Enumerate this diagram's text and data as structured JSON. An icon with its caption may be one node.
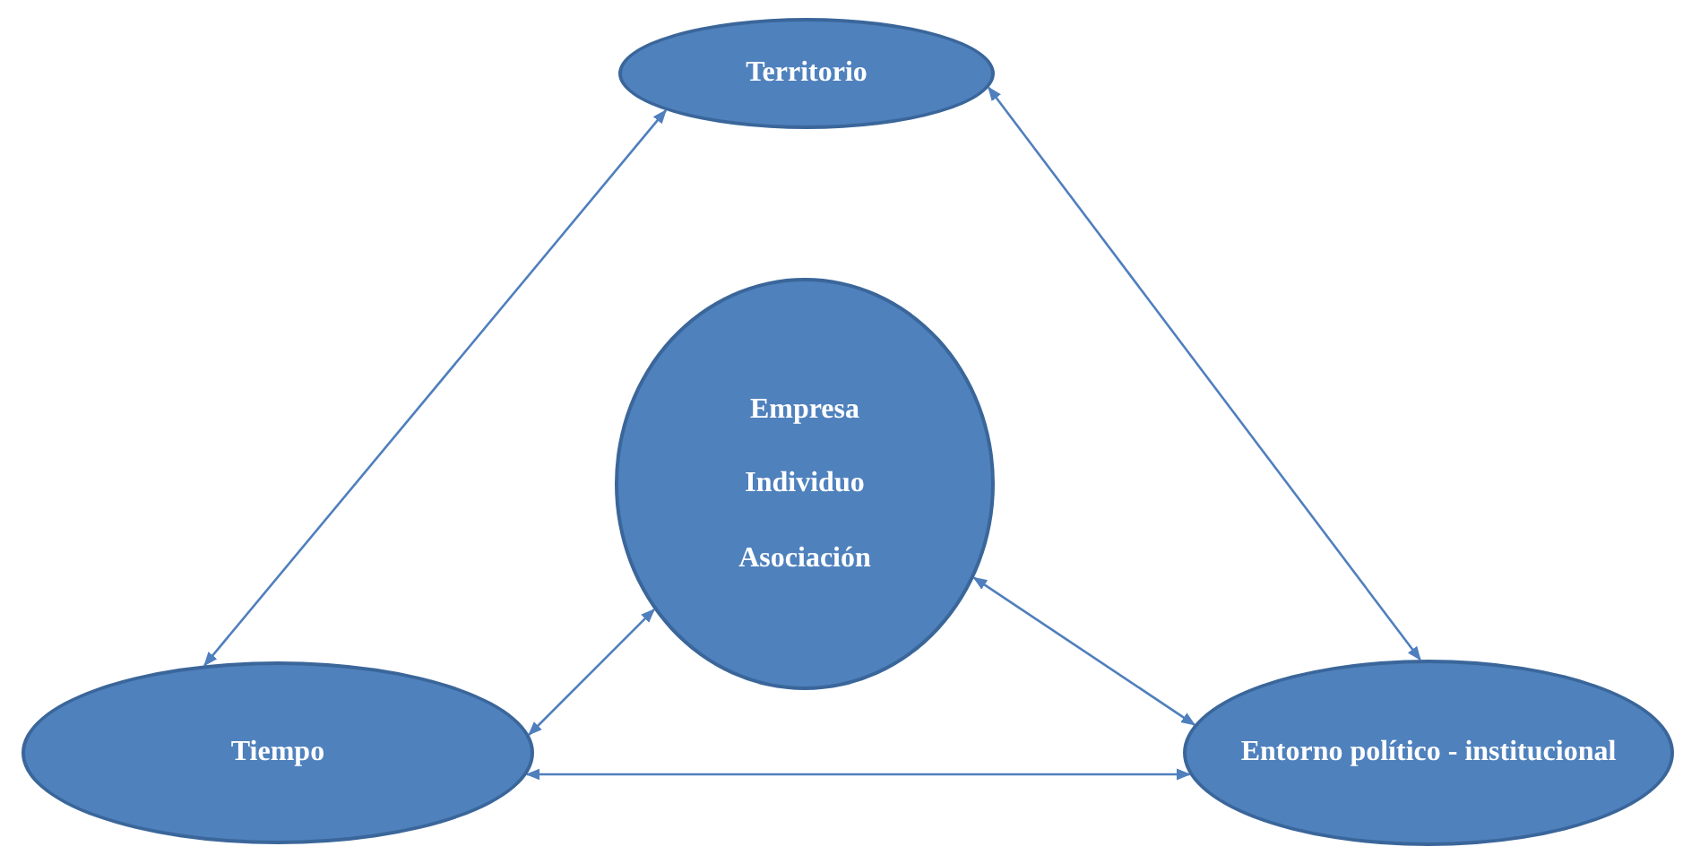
{
  "diagram": {
    "nodes": [
      {
        "text": [
          "Territorio"
        ]
      },
      {
        "text": [
          "Empresa",
          "Individuo",
          "Asociación"
        ]
      },
      {
        "text": [
          "Tiempo"
        ]
      },
      {
        "text": [
          "Entorno político - institucional"
        ]
      }
    ],
    "edges": [
      {
        "from": 2,
        "to": 0,
        "arrow": "both"
      },
      {
        "from": 0,
        "to": 3,
        "arrow": "both"
      },
      {
        "from": 1,
        "to": 2,
        "arrow": "both"
      },
      {
        "from": 1,
        "to": 3,
        "arrow": "both"
      },
      {
        "from": 2,
        "to": 3,
        "arrow": "both"
      }
    ]
  }
}
